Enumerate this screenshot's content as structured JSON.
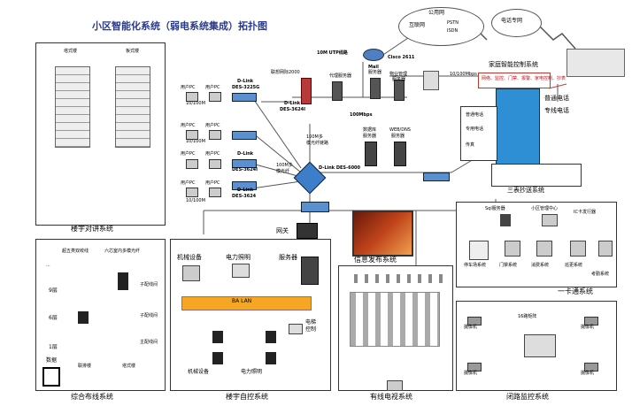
{
  "title": "小区智能化系统（弱电系统集成）拓扑图",
  "cloud": {
    "public_net": "公用网",
    "internet": "互联网",
    "pstn": "PSTN",
    "isdn": "ISDN",
    "phone_net": "电话专网"
  },
  "core": {
    "cisco": "Cisco 2611",
    "utp_link": "10M UTP线路",
    "firewall": "联想网际2000",
    "proxy": "代理服务器",
    "mail": "Mail",
    "mail_server": "服务器",
    "property": "物业管理",
    "property_server": "服务器",
    "link_100m": "100Mbps",
    "link_10_100": "10/100Mbps",
    "db_server": "数据库",
    "db_server2": "服务器",
    "web_server": "WEB/DNS",
    "web_server2": "服务器",
    "fiber": "100M多",
    "fiber2": "模光纤链路",
    "fiber_left": "100M多",
    "fiber_left2": "模光纤",
    "dlink6000": "D-Link DES-6000"
  },
  "switches": [
    {
      "brand": "D-Link",
      "model": "DES-3225G"
    },
    {
      "brand": "D-Link",
      "model": "DES-3624I"
    },
    {
      "brand": "D-Link",
      "model": "DES-3624I"
    },
    {
      "brand": "D-Link",
      "model": "DES-3624"
    }
  ],
  "user_pc": "用户PC",
  "link_10": "10/100M",
  "home_control": {
    "label": "家庭智能控制系统",
    "sub": "网络、监控、门禁、报警、家电控制、抄表",
    "phone": "普通电话",
    "dedicated": "专线电话",
    "items": [
      "普通电话",
      "专用电话",
      "传真"
    ]
  },
  "meter": "三表抄送系统",
  "gateway": "网关",
  "sections": {
    "intercom": "楼宇对讲系统",
    "cabling": "综合布线系统",
    "bas": "楼宇自控系统",
    "info": "信息发布系统",
    "catv": "有线电视系统",
    "cctv": "闭路监控系统",
    "card": "一卡通系统"
  },
  "intercom": {
    "top1": "塔式楼",
    "top2": "板式楼"
  },
  "cabling": {
    "riser1": "超五类双绞线",
    "riser2": "六芯室内多模光纤",
    "f9": "9层",
    "f6": "6层",
    "f1": "1层",
    "data": "数据",
    "dist": "子配线间",
    "dist2": "子配线间",
    "main": "主配线间",
    "tower1": "联排楼",
    "tower2": "塔式楼",
    "dots": "..."
  },
  "bas": {
    "mech": "机械设备",
    "power": "电力照明",
    "server": "服务器",
    "bus": "BA  LAN",
    "elevator": "电梯",
    "elevator2": "控制",
    "mech2": "机械设备",
    "power2": "电力照明"
  },
  "card": {
    "sql": "Sql服务器",
    "center": "小区管理中心",
    "ic": "IC卡发行器",
    "parking": "停车场系统",
    "door": "门禁系统",
    "consume": "消费系统",
    "patrol": "巡更系统",
    "attendance": "考勤系统"
  },
  "cctv": {
    "cam": "摄像机",
    "matrix": "16路矩阵"
  }
}
